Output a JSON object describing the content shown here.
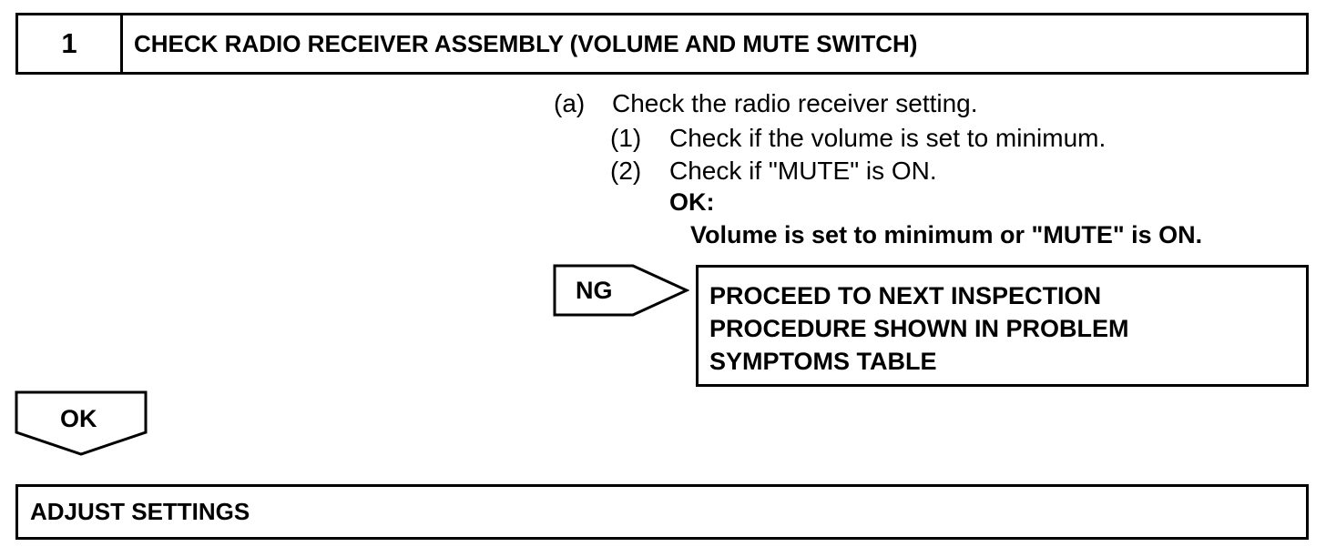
{
  "step": {
    "number": "1",
    "title": "CHECK RADIO RECEIVER ASSEMBLY (VOLUME AND MUTE SWITCH)"
  },
  "instructions": {
    "a_marker": "(a)",
    "a_text": "Check the radio receiver setting.",
    "sub1_marker": "(1)",
    "sub1_text": "Check if the volume is set to minimum.",
    "sub2_marker": "(2)",
    "sub2_text": "Check if \"MUTE\" is ON.",
    "ok_heading": "OK:",
    "ok_text": "Volume is set to minimum or \"MUTE\" is ON."
  },
  "ng_branch": {
    "label": "NG",
    "result_lines": [
      "PROCEED TO NEXT INSPECTION",
      "PROCEDURE SHOWN IN PROBLEM",
      "SYMPTOMS TABLE"
    ]
  },
  "ok_branch": {
    "label": "OK"
  },
  "next_step": {
    "title": "ADJUST SETTINGS"
  }
}
